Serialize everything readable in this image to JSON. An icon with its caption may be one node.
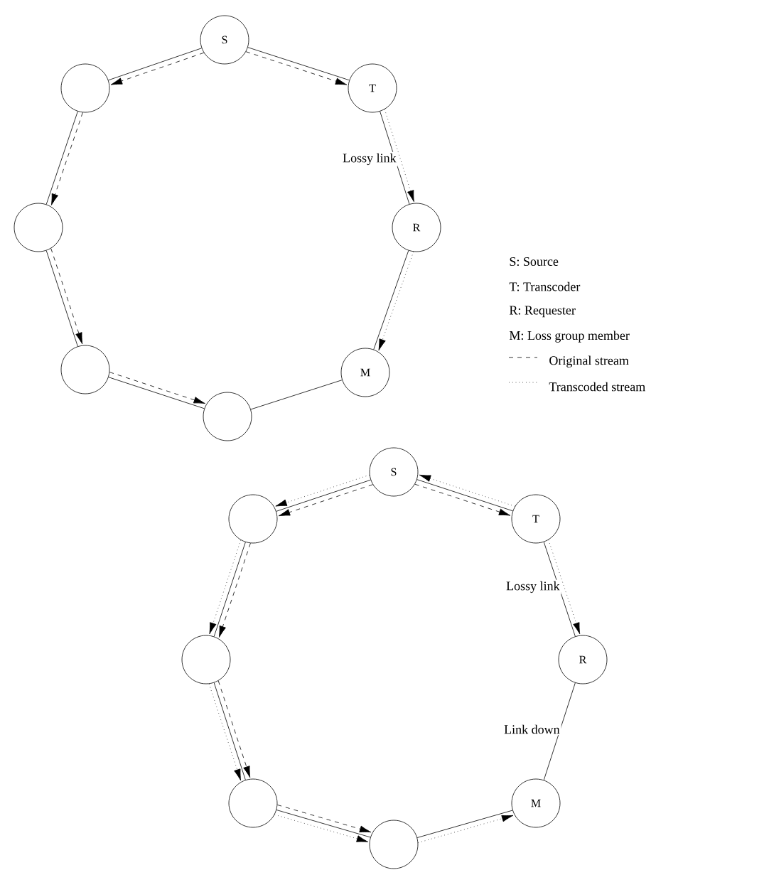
{
  "diagram": {
    "nodes": [
      {
        "text": [
          "S"
        ]
      },
      {
        "text": [
          "T"
        ]
      },
      {
        "text": [
          "R"
        ]
      },
      {
        "text": [
          "M"
        ]
      },
      {
        "text": [],
        "shape": "circle"
      },
      {
        "text": [],
        "shape": "circle"
      },
      {
        "text": [],
        "shape": "circle"
      },
      {
        "text": [],
        "shape": "circle"
      },
      {
        "text": [
          "S"
        ]
      },
      {
        "text": [
          "T"
        ]
      },
      {
        "text": [
          "R"
        ]
      },
      {
        "text": [
          "M"
        ]
      },
      {
        "text": [],
        "shape": "circle"
      },
      {
        "text": [],
        "shape": "circle"
      },
      {
        "text": [],
        "shape": "circle"
      },
      {
        "text": [],
        "shape": "circle"
      }
    ],
    "edges": [
      {
        "from": 0,
        "to": 1,
        "arrow": "none"
      },
      {
        "from": 1,
        "to": 2,
        "arrow": "none",
        "label": "Lossy link"
      },
      {
        "from": 2,
        "to": 3,
        "arrow": "none"
      },
      {
        "from": 3,
        "to": 4,
        "arrow": "none"
      },
      {
        "from": 4,
        "to": 5,
        "arrow": "none"
      },
      {
        "from": 5,
        "to": 6,
        "arrow": "none"
      },
      {
        "from": 6,
        "to": 7,
        "arrow": "none"
      },
      {
        "from": 7,
        "to": 0,
        "arrow": "none"
      },
      {
        "from": 0,
        "to": 1,
        "arrow": "to",
        "style": "dashed"
      },
      {
        "from": 1,
        "to": 2,
        "arrow": "to",
        "style": "dashed"
      },
      {
        "from": 2,
        "to": 3,
        "arrow": "to",
        "style": "dashed"
      },
      {
        "from": 0,
        "to": 7,
        "arrow": "to",
        "style": "dashed"
      },
      {
        "from": 7,
        "to": 6,
        "arrow": "to",
        "style": "dashed"
      },
      {
        "from": 6,
        "to": 5,
        "arrow": "to",
        "style": "dashed"
      },
      {
        "from": 5,
        "to": 4,
        "arrow": "to",
        "style": "dashed"
      },
      {
        "from": 8,
        "to": 9,
        "arrow": "none"
      },
      {
        "from": 9,
        "to": 10,
        "arrow": "none",
        "label": "Lossy link"
      },
      {
        "from": 10,
        "to": 11,
        "arrow": "none",
        "label": "Link down"
      },
      {
        "from": 11,
        "to": 12,
        "arrow": "none"
      },
      {
        "from": 12,
        "to": 13,
        "arrow": "none"
      },
      {
        "from": 13,
        "to": 14,
        "arrow": "none"
      },
      {
        "from": 14,
        "to": 15,
        "arrow": "none"
      },
      {
        "from": 15,
        "to": 8,
        "arrow": "none"
      },
      {
        "from": 8,
        "to": 9,
        "arrow": "to",
        "style": "dashed"
      },
      {
        "from": 9,
        "to": 8,
        "arrow": "to",
        "style": "dashed"
      },
      {
        "from": 9,
        "to": 10,
        "arrow": "to",
        "style": "dashed"
      },
      {
        "from": 8,
        "to": 15,
        "arrow": "to",
        "style": "dashed"
      },
      {
        "from": 8,
        "to": 15,
        "arrow": "to",
        "style": "dashed"
      },
      {
        "from": 15,
        "to": 14,
        "arrow": "to",
        "style": "dashed"
      },
      {
        "from": 15,
        "to": 14,
        "arrow": "to",
        "style": "dashed"
      },
      {
        "from": 14,
        "to": 13,
        "arrow": "to",
        "style": "dashed"
      },
      {
        "from": 14,
        "to": 13,
        "arrow": "to",
        "style": "dashed"
      },
      {
        "from": 13,
        "to": 12,
        "arrow": "to",
        "style": "dashed"
      },
      {
        "from": 13,
        "to": 12,
        "arrow": "to",
        "style": "dashed"
      },
      {
        "from": 12,
        "to": 11,
        "arrow": "to",
        "style": "dashed"
      }
    ],
    "labels": [
      "S: Source",
      "T: Transcoder",
      "R: Requester",
      "M: Loss group member"
    ],
    "legend": [
      {
        "text": "Original stream"
      },
      {
        "text": "Transcoded stream"
      }
    ]
  }
}
